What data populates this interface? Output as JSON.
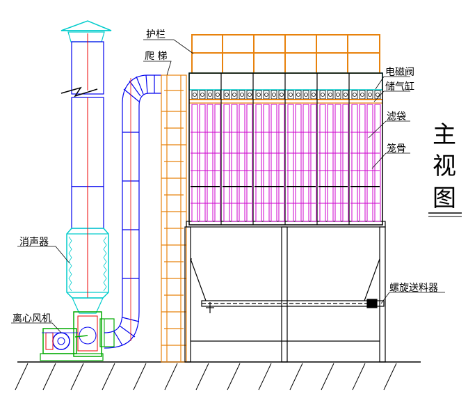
{
  "labels": {
    "guardrail": "护栏",
    "ladder": "爬 梯",
    "solenoid_valve": "电磁阀",
    "air_tank": "储气缸",
    "filter_bag": "滤袋",
    "bag_cage": "笼骨",
    "silencer": "消声器",
    "screw_conveyor": "螺旋送料器",
    "centrifugal_fan": "离心风机"
  },
  "view_title": [
    "主",
    "视",
    "图"
  ],
  "colors": {
    "line": "#000000",
    "guardrail": "#e8820c",
    "filter_bag": "#cc00cc",
    "stack": "#0000ee",
    "stack_center": "#ee0000",
    "cyan": "#00cccc",
    "fan": "#00aa00",
    "ladder": "#e8820c"
  }
}
